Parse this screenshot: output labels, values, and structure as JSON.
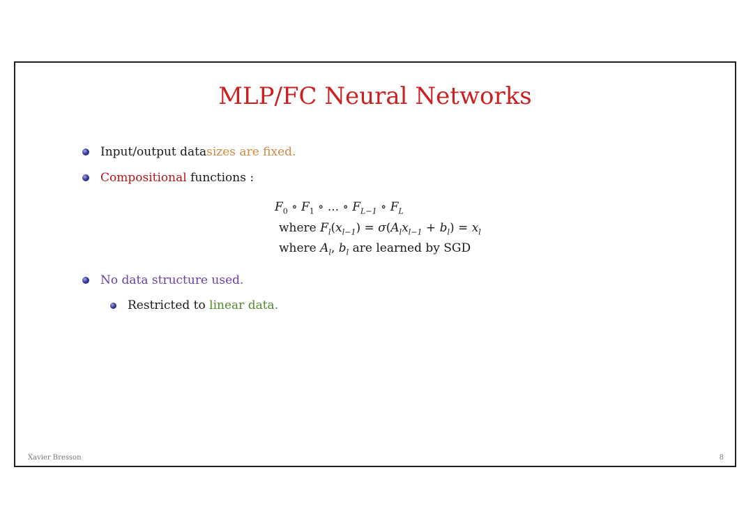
{
  "slide": {
    "title": "MLP/FC Neural Networks",
    "bullets": {
      "b1": {
        "text": "Input/output data ",
        "highlight": "sizes are fixed.",
        "highlight_color": "#d18a3e"
      },
      "b2": {
        "highlight": "Compositional",
        "text": " functions :",
        "highlight_color": "#b0181e"
      },
      "b3": {
        "highlight": "No data structure used.",
        "highlight_color": "#6b3fa4"
      },
      "b3_sub": {
        "text": "Restricted to ",
        "highlight": "linear data.",
        "highlight_color": "#4f8a2b"
      }
    },
    "equations": {
      "line1": {
        "F0": "F",
        "F0_sub": "0",
        "op1": " ∘ ",
        "F1": "F",
        "F1_sub": "1",
        "op2": " ∘ ... ∘ ",
        "FL1": "F",
        "FL1_sub": "L−1",
        "op3": " ∘ ",
        "FL": "F",
        "FL_sub": "L"
      },
      "line2": {
        "where": "where ",
        "Fl": "F",
        "Fl_sub": "l",
        "lp": "(",
        "x1": "x",
        "x1_sub": "l−1",
        "rp_eq": ") = ",
        "sigma": "σ",
        "lp2": "(",
        "A": "A",
        "A_sub": "l",
        "x2": "x",
        "x2_sub": "l−1",
        "plus": " + ",
        "b": "b",
        "b_sub": "l",
        "rp_eq2": ") = ",
        "x3": "x",
        "x3_sub": "l"
      },
      "line3": {
        "where": "where ",
        "A": "A",
        "A_sub": "l",
        "comma": ", ",
        "b": "b",
        "b_sub": "l",
        "rest": " are learned by SGD"
      }
    },
    "footer": {
      "author": "Xavier Bresson",
      "page": "8"
    }
  }
}
